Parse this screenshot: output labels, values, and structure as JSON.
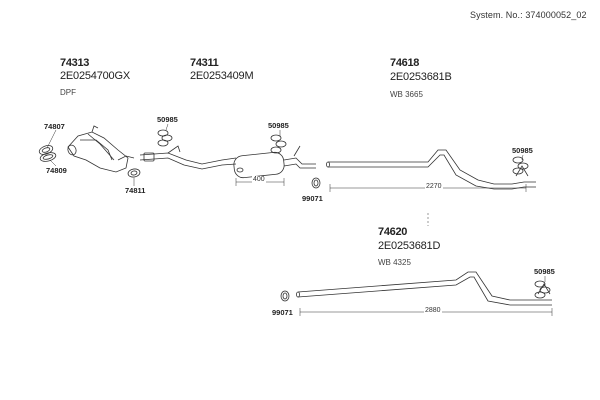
{
  "system_label": "System. No.: 374000052_02",
  "groups": [
    {
      "part": "74313",
      "oem": "2E0254700GX",
      "note": "DPF"
    },
    {
      "part": "74311",
      "oem": "2E0253409M",
      "note": ""
    },
    {
      "part": "74618",
      "oem": "2E0253681B",
      "note": "WB 3665"
    },
    {
      "part": "74620",
      "oem": "2E0253681D",
      "note": "WB 4325"
    }
  ],
  "refs": {
    "r74807": "74807",
    "r74809": "74809",
    "r74811": "74811",
    "r50985_a": "50985",
    "r50985_b": "50985",
    "r50985_c": "50985",
    "r50985_d": "50985",
    "r99071_a": "99071",
    "r99071_b": "99071"
  },
  "dimensions": {
    "d400": "400",
    "d2270": "2270",
    "d2880": "2880"
  }
}
